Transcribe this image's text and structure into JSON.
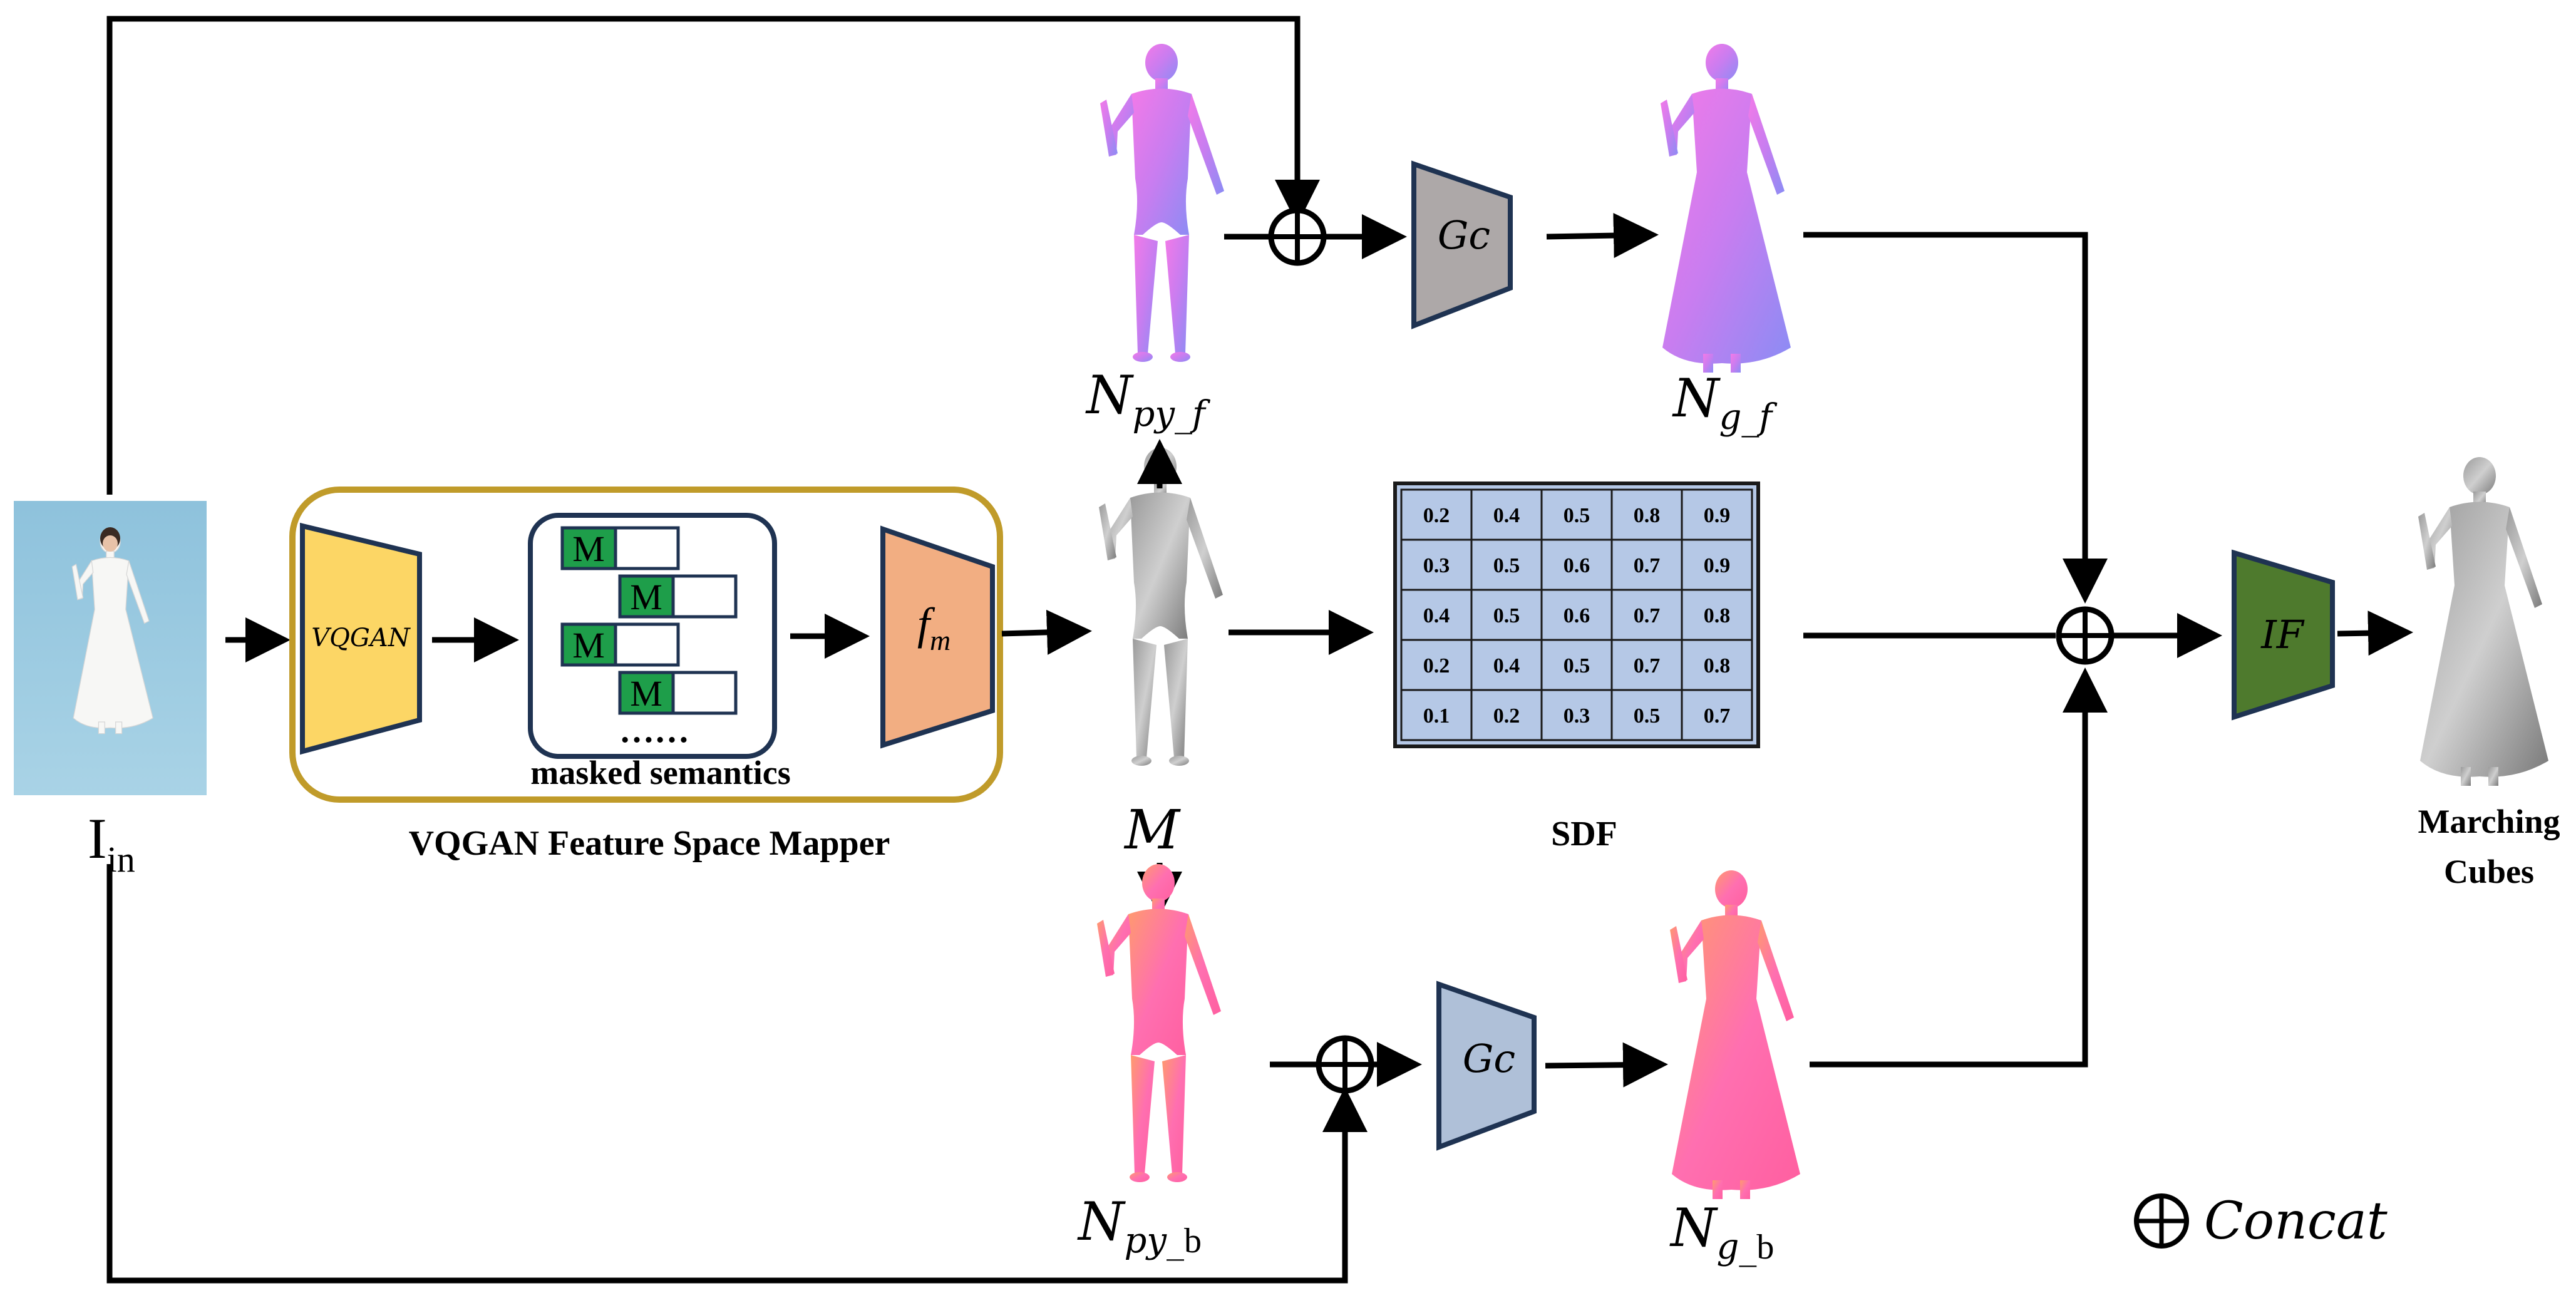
{
  "input": {
    "label_main": "I",
    "label_sub": "in"
  },
  "mapper": {
    "caption": "VQGAN Feature Space Mapper",
    "encoder_label": "VQGAN",
    "mask_token": "M",
    "mask_ellipsis": "……",
    "mask_caption": "masked semantics",
    "fm_main": "f",
    "fm_sub": "m"
  },
  "mesh": {
    "label": "M"
  },
  "normals": {
    "front_smpl": {
      "main": "N",
      "sub": "py_f"
    },
    "back_smpl": {
      "main": "N",
      "sub": "py_",
      "sub_suffix": "b"
    },
    "front_clothed": {
      "main": "N",
      "sub": "g_f"
    },
    "back_clothed": {
      "main": "N",
      "sub": "g_",
      "sub_suffix": "b"
    }
  },
  "generators": {
    "front_label": "Gc",
    "back_label": "Gc"
  },
  "sdf": {
    "caption": "SDF",
    "grid": [
      [
        "0.2",
        "0.4",
        "0.5",
        "0.8",
        "0.9"
      ],
      [
        "0.3",
        "0.5",
        "0.6",
        "0.7",
        "0.9"
      ],
      [
        "0.4",
        "0.5",
        "0.6",
        "0.7",
        "0.8"
      ],
      [
        "0.2",
        "0.4",
        "0.5",
        "0.7",
        "0.8"
      ],
      [
        "0.1",
        "0.2",
        "0.3",
        "0.5",
        "0.7"
      ]
    ]
  },
  "implicit": {
    "label": "IF"
  },
  "output": {
    "line1": "Marching",
    "line2": "Cubes"
  },
  "legend": {
    "symbol": "⊕",
    "text": "Concat"
  },
  "colors": {
    "vqgan_fill": "#FCD665",
    "mapper_border": "#C09B2A",
    "mask_green": "#1E9E4A",
    "fm_fill": "#F2AE82",
    "gc_front_fill": "#ADA8A8",
    "gc_back_fill": "#AFC0D8",
    "sdf_fill": "#B5C8E6",
    "if_fill": "#4E7A2D",
    "frame_navy": "#1F3352"
  }
}
